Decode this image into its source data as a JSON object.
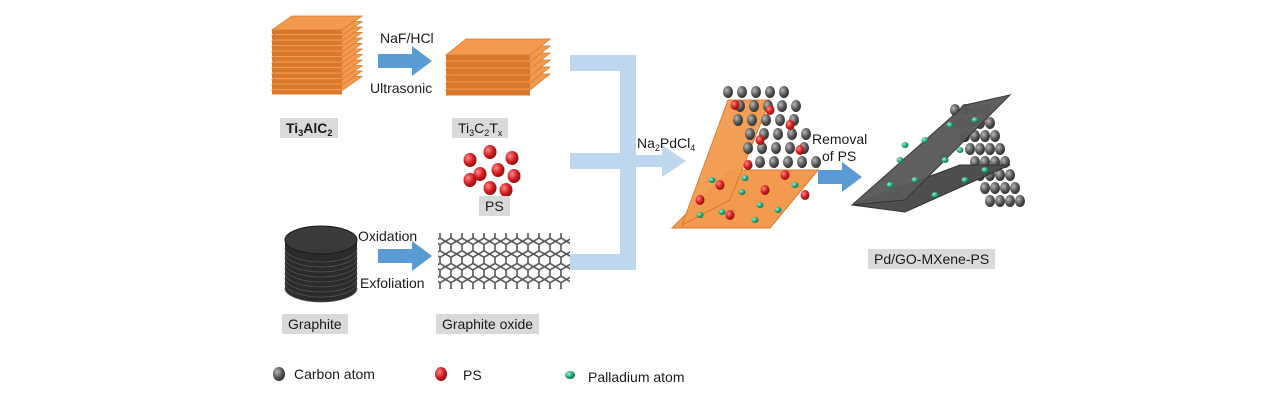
{
  "colors": {
    "mxene": "#f39a4e",
    "mxene_edge": "#d9782b",
    "arrow": "#5b9bd5",
    "bracket": "#bdd7ee",
    "graphite": "#2b2b2b",
    "carbon": "#5a5a5a",
    "ps": "#d62020",
    "palladium": "#1ea37a",
    "label_box": "#d9d9d9",
    "sheet": "#555555"
  },
  "icons": [
    "stacked-layers-icon",
    "ps-bead-cluster-icon",
    "graphite-disk-icon",
    "hexagonal-lattice-icon",
    "process-arrow-icon",
    "bracket-icon"
  ],
  "labels": {
    "ti3alc2": {
      "base": "Ti",
      "s1": "3",
      "mid": "AlC",
      "s2": "2"
    },
    "ti3c2tx": {
      "a": "Ti",
      "s1": "3",
      "b": "C",
      "s2": "2",
      "c": "T",
      "s3": "x"
    },
    "naf_hcl": "NaF/HCl",
    "ultrasonic": "Ultrasonic",
    "ps": "PS",
    "oxidation": "Oxidation",
    "exfoliation": "Exfoliation",
    "graphite": "Graphite",
    "graphite_oxide": "Graphite oxide",
    "na2pdcl4": {
      "a": "Na",
      "s1": "2",
      "b": "PdCl",
      "s2": "4"
    },
    "removal_line1": "Removal",
    "removal_line2": "of PS",
    "product": "Pd/GO-MXene-PS"
  },
  "legend": [
    {
      "label": "Carbon atom",
      "color": "#5a5a5a"
    },
    {
      "label": "PS",
      "color": "#d62020"
    },
    {
      "label": "Palladium atom",
      "color": "#1ea37a"
    }
  ]
}
